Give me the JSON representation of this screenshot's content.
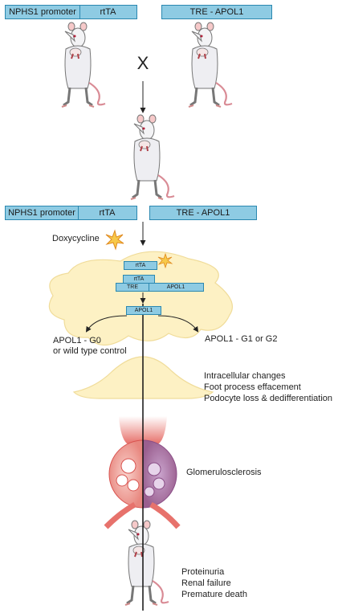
{
  "construct_top_left": {
    "promoter": "NPHS1 promoter",
    "gene": "rtTA"
  },
  "construct_top_right": {
    "label": "TRE - APOL1"
  },
  "cross_symbol": "X",
  "construct_mid_left": {
    "promoter": "NPHS1 promoter",
    "gene": "rtTA"
  },
  "construct_mid_right": {
    "label": "TRE - APOL1"
  },
  "inducer_label": "Doxycycline",
  "cell_boxes": {
    "rtta_top": "rtTA",
    "rtta_mid": "rtTA",
    "tre": "TRE",
    "apol1_gene": "APOL1",
    "apol1_protein": "APOL1"
  },
  "branch_left": {
    "line1": "APOL1 - G0",
    "line2": "or wild type control"
  },
  "branch_right": {
    "label": "APOL1 - G1 or G2"
  },
  "podocyte_changes": [
    "Intracellular changes",
    "Foot process effacement",
    "Podocyte loss & dedifferentiation"
  ],
  "glomerulus_label": "Glomerulosclerosis",
  "outcomes": [
    "Proteinuria",
    "Renal failure",
    "Premature death"
  ],
  "colors": {
    "construct_fill": "#8ecbe3",
    "construct_border": "#2b88b0",
    "cell_fill": "#fdf1c4",
    "cell_border": "#f0dc9a",
    "glom_pink": "#f2a7a0",
    "vessel": "#d9534f"
  }
}
